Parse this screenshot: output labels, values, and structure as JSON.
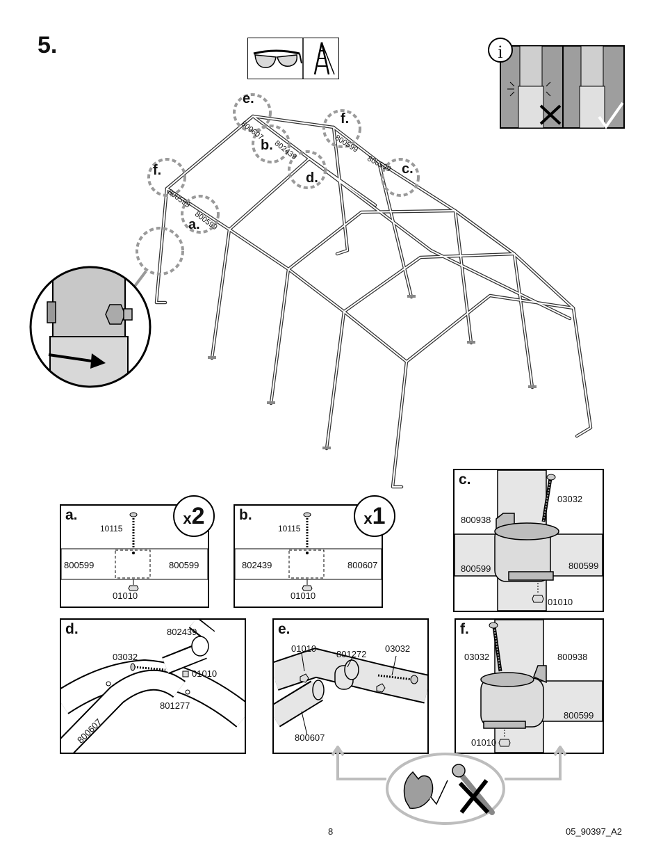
{
  "step": {
    "number": "5."
  },
  "frame_labels": {
    "circle_letters": [
      "e.",
      "f.",
      "b.",
      "d.",
      "c.",
      "f.",
      "a."
    ],
    "part_codes": [
      "800607",
      "802439",
      "800599",
      "800599",
      "800599",
      "800599"
    ]
  },
  "panels": {
    "a": {
      "letter": "a.",
      "multiplier_x": "x",
      "multiplier_n": "2",
      "bolt": "10115",
      "left_tube": "800599",
      "right_tube": "800599",
      "nut": "01010"
    },
    "b": {
      "letter": "b.",
      "multiplier_x": "x",
      "multiplier_n": "1",
      "bolt": "10115",
      "left_tube": "802439",
      "right_tube": "800607",
      "nut": "01010"
    },
    "c": {
      "letter": "c.",
      "bolt": "03032",
      "bracket": "800938",
      "left_tube": "800599",
      "right_tube": "800599",
      "nut": "01010"
    },
    "d": {
      "letter": "d.",
      "top_tube": "802439",
      "bolt": "03032",
      "nut": "01010",
      "connector": "801277",
      "lower_tube": "800607"
    },
    "e": {
      "letter": "e.",
      "nut": "01010",
      "connector": "801272",
      "bolt": "03032",
      "tube": "800607"
    },
    "f": {
      "letter": "f.",
      "bolt": "03032",
      "bracket": "800938",
      "tube": "800599",
      "nut": "01010"
    }
  },
  "footer": {
    "page": "8",
    "doc_code": "05_90397_A2"
  },
  "colors": {
    "shade": "#bdbdbd",
    "light": "#e6e6e6",
    "dashed": "#9a9a9a"
  }
}
